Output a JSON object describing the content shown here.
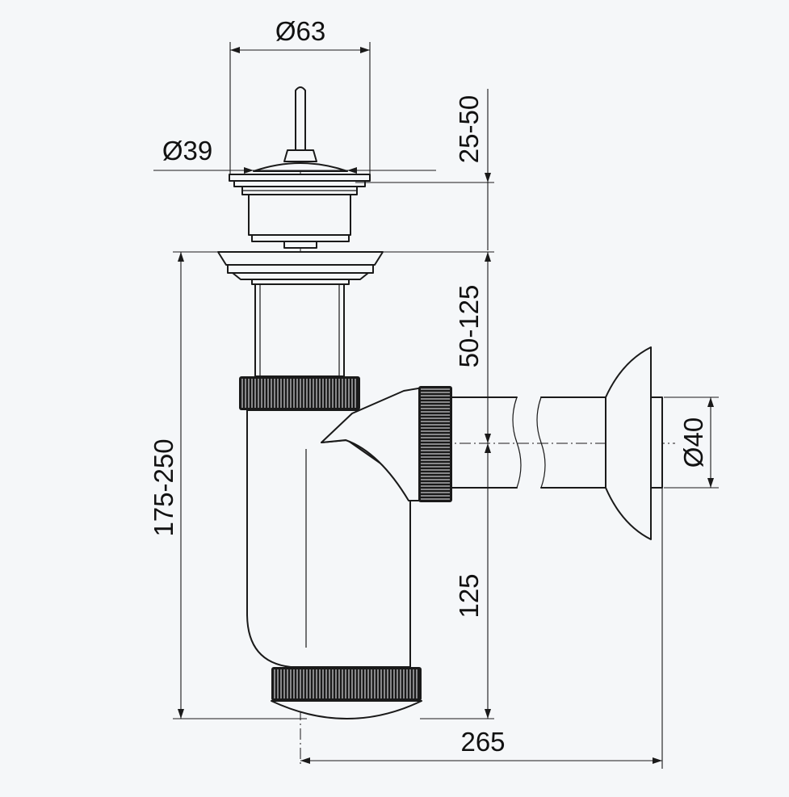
{
  "dimensions": {
    "inlet_diameter": "Ø63",
    "plug_diameter": "Ø39",
    "plug_lift": "25-50",
    "inlet_to_outlet": "50-125",
    "total_height": "175-250",
    "outlet_height": "125",
    "outlet_diameter": "Ø40",
    "horizontal_reach": "265"
  }
}
